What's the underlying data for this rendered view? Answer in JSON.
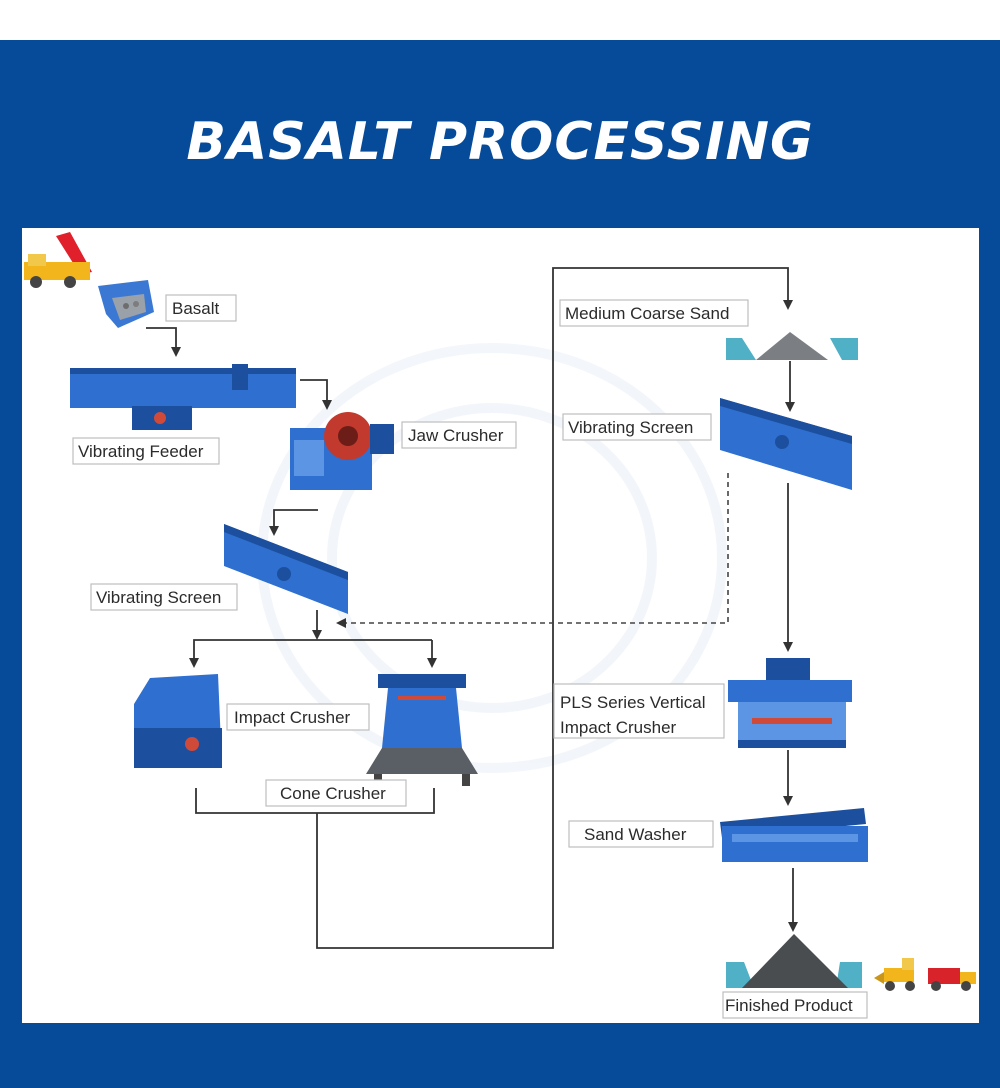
{
  "header": {
    "title": "BASALT PROCESSING"
  },
  "labels": {
    "basalt": "Basalt",
    "vibrating_feeder": "Vibrating Feeder",
    "jaw_crusher": "Jaw Crusher",
    "vibrating_screen_1": "Vibrating Screen",
    "impact_crusher": "Impact Crusher",
    "cone_crusher": "Cone Crusher",
    "medium_coarse_sand": "Medium Coarse Sand",
    "vibrating_screen_2": "Vibrating Screen",
    "vsi_line1": "PLS Series Vertical",
    "vsi_line2": "Impact Crusher",
    "sand_washer": "Sand Washer",
    "finished_product": "Finished Product"
  },
  "colors": {
    "background": "#064b9a",
    "machine_blue": "#2e6fcf",
    "truck_yellow": "#f2b51c",
    "truck_red": "#d9232a"
  }
}
